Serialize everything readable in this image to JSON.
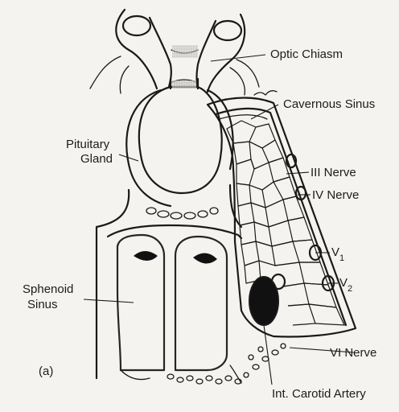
{
  "diagram": {
    "labels": {
      "optic_chiasm": "Optic Chiasm",
      "cavernous_sinus": "Cavernous Sinus",
      "pituitary_gland_1": "Pituitary",
      "pituitary_gland_2": "Gland",
      "iii_nerve": "III Nerve",
      "iv_nerve": "IV Nerve",
      "v1": "V",
      "v1_sub": "1",
      "v2": "V",
      "v2_sub": "2",
      "sphenoid_sinus_1": "Sphenoid",
      "sphenoid_sinus_2": "Sinus",
      "vi_nerve": "VI Nerve",
      "panel": "(a)",
      "int_carotid_artery": "Int. Carotid Artery"
    },
    "colors": {
      "ink": "#1a1a1a",
      "paper": "#f4f3ef",
      "gland_fill": "#bdbdb8",
      "artery_fill": "#111111"
    }
  }
}
